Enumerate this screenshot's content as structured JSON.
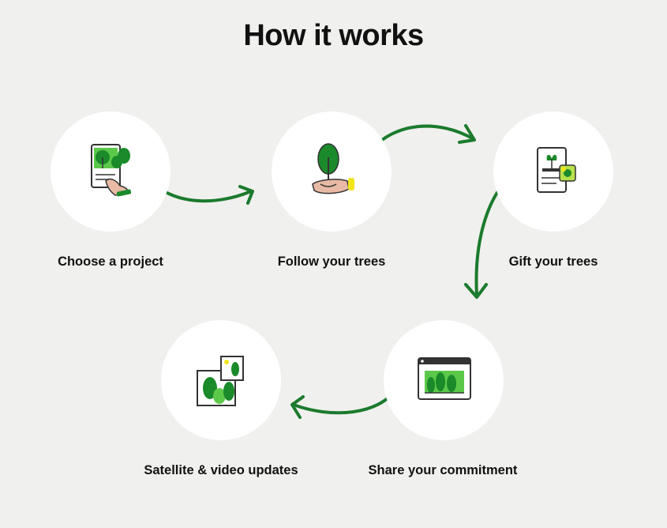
{
  "page": {
    "title": "How it works"
  },
  "steps": [
    {
      "label": "Choose a project",
      "icon": "project-card-icon"
    },
    {
      "label": "Follow your trees",
      "icon": "hand-holding-tree-icon"
    },
    {
      "label": "Gift your trees",
      "icon": "gift-card-icon"
    },
    {
      "label": "Share your commitment",
      "icon": "browser-window-icon"
    },
    {
      "label": "Satellite & video updates",
      "icon": "satellite-photos-icon"
    }
  ],
  "colors": {
    "background": "#f0f0ee",
    "circle": "#ffffff",
    "arrow": "#1b7a2d",
    "leaf": "#1a8a2a",
    "leaf_light": "#5cc84a",
    "accent_yellow": "#f2e61a",
    "outline": "#333333"
  }
}
